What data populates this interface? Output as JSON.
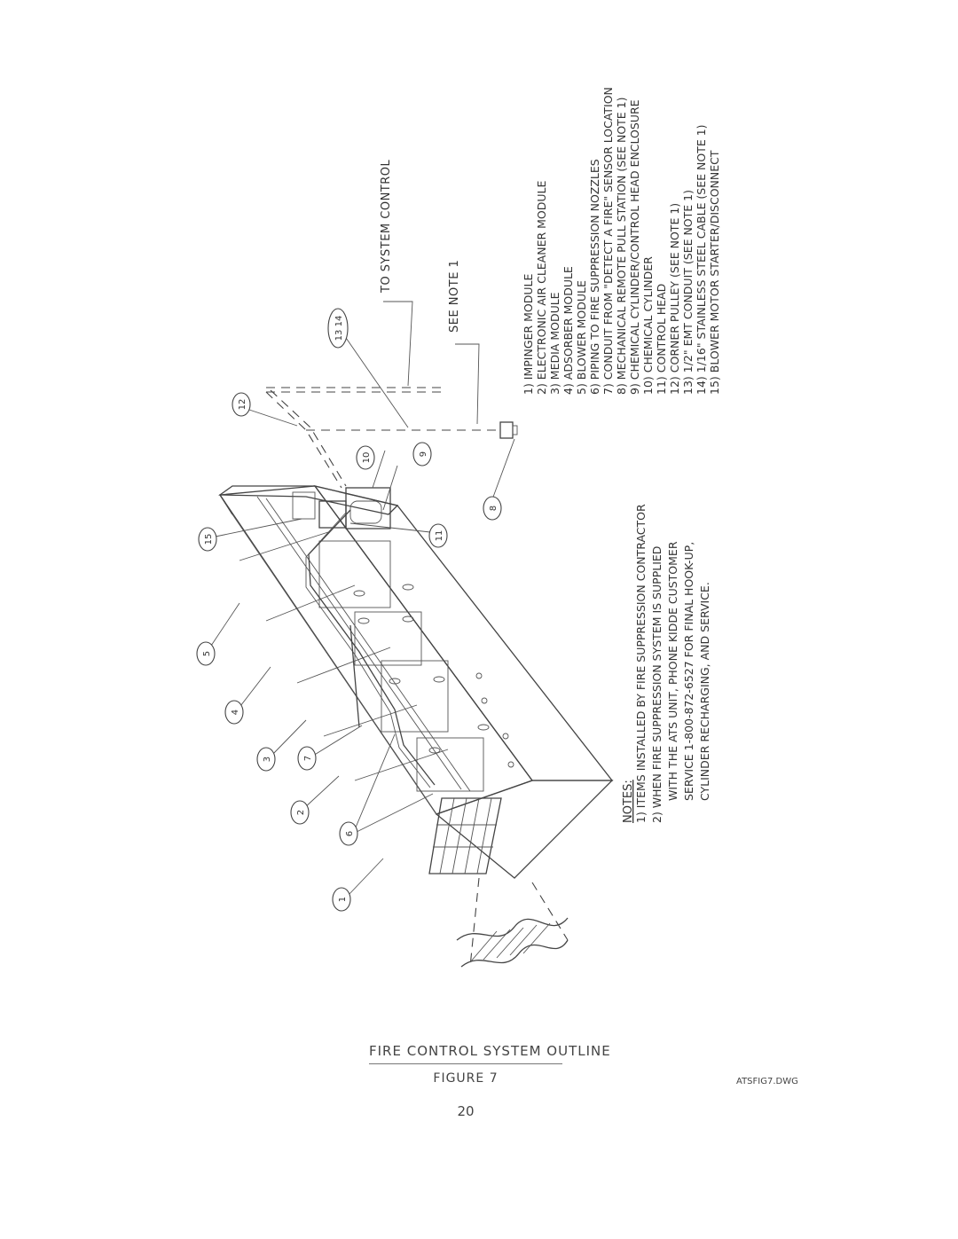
{
  "callouts": {
    "to_system_control": "TO SYSTEM CONTROL",
    "see_note": "SEE NOTE 1"
  },
  "notes": {
    "header": "NOTES:",
    "lines": [
      "1) ITEMS INSTALLED BY FIRE SUPPRESSION CONTRACTOR",
      "2) WHEN FIRE SUPPRESSION SYSTEM IS SUPPLIED",
      "WITH THE ATS UNIT, PHONE KIDDE CUSTOMER",
      "SERVICE 1-800-872-6527 FOR FINAL HOOK-UP,",
      "CYLINDER RECHARGING, AND SERVICE."
    ]
  },
  "legend": [
    "1) IMPINGER MODULE",
    "2) ELECTRONIC AIR CLEANER MODULE",
    "3) MEDIA MODULE",
    "4) ADSORBER MODULE",
    "5) BLOWER MODULE",
    "6) PIPING TO FIRE SUPPRESSION NOZZLES",
    "7) CONDUIT FROM \"DETECT A FIRE\" SENSOR LOCATION",
    "8) MECHANICAL REMOTE PULL STATION (SEE NOTE 1)",
    "9) CHEMICAL CYLINDER/CONTROL HEAD ENCLOSURE",
    "10) CHEMICAL CYLINDER",
    "11) CONTROL HEAD",
    "12) CORNER PULLEY (SEE NOTE 1)",
    "13) 1/2\" EMT CONDUIT (SEE NOTE 1)",
    "14) 1/16\" STAINLESS STEEL CABLE (SEE NOTE 1)",
    "15) BLOWER MOTOR STARTER/DISCONNECT"
  ],
  "bubbles": [
    "1",
    "2",
    "3",
    "4",
    "5",
    "6",
    "7",
    "8",
    "9",
    "10",
    "11",
    "12",
    "13 14",
    "15"
  ],
  "title_block": {
    "title": "FIRE CONTROL SYSTEM OUTLINE",
    "figure": "FIGURE 7",
    "drawing_file": "ATSFIG7.DWG",
    "page_number": "20"
  }
}
